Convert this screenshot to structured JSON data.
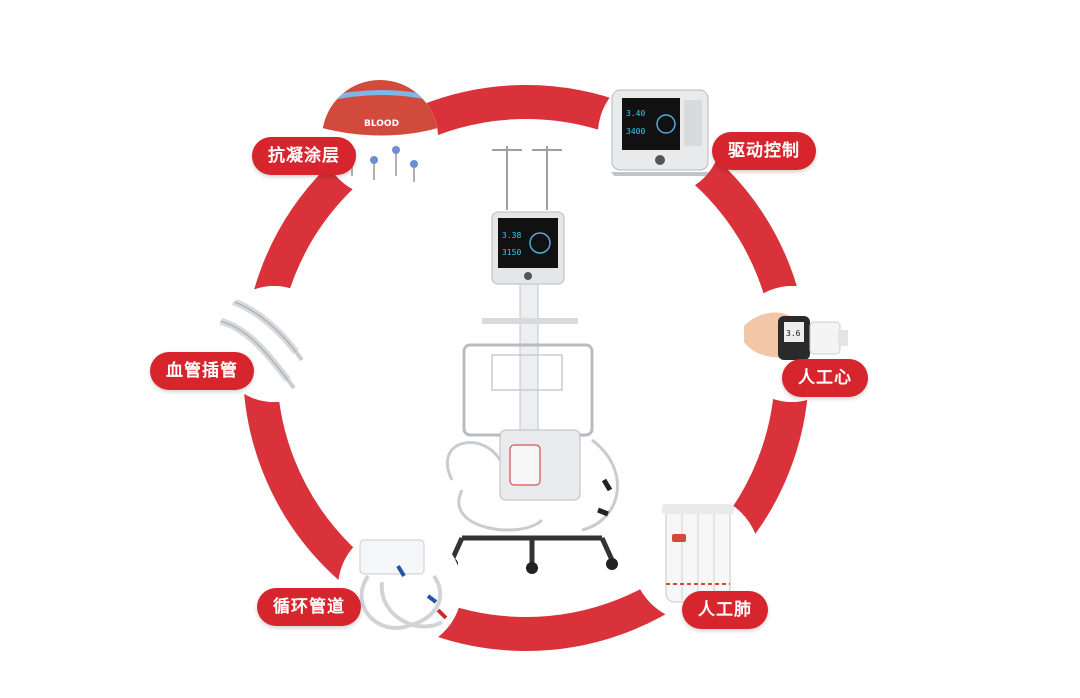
{
  "colors": {
    "accent": "#d7252d",
    "ring": "#d9323a",
    "background": "#ffffff"
  },
  "components": {
    "anticoag": {
      "label": "抗凝涂层",
      "icon": "anticoagulant-coating-icon",
      "inner_text": "BLOOD"
    },
    "drive": {
      "label": "驱动控制",
      "icon": "drive-control-console-icon"
    },
    "cannula": {
      "label": "血管插管",
      "icon": "vascular-cannula-icon"
    },
    "heart": {
      "label": "人工心",
      "icon": "artificial-heart-pump-icon"
    },
    "circuit": {
      "label": "循环管道",
      "icon": "circulation-tubing-icon"
    },
    "lung": {
      "label": "人工肺",
      "icon": "artificial-lung-oxygenator-icon"
    }
  },
  "center": {
    "icon": "ecmo-system-cart-icon"
  }
}
